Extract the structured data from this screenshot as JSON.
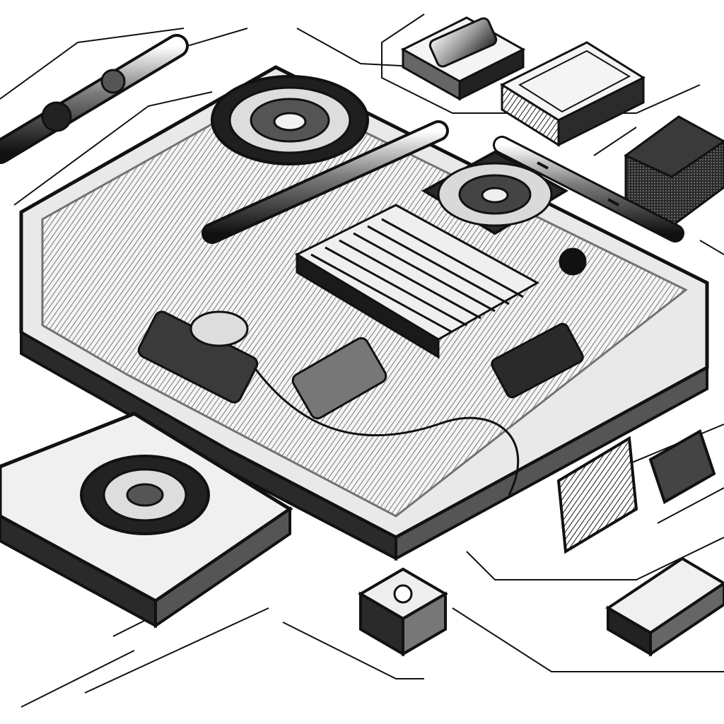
{
  "scene": {
    "description_visible_text": "",
    "palette": {
      "ink": "#0a0a0a",
      "paper": "#ffffff",
      "mid_gray": "#8c8c8c",
      "light_gray": "#d6d6d6",
      "dark_gray": "#3a3a3a"
    },
    "objects": [
      {
        "name": "main-chassis",
        "kind": "device"
      },
      {
        "name": "heatsink-fins",
        "kind": "component"
      },
      {
        "name": "top-fan",
        "kind": "component"
      },
      {
        "name": "right-fan",
        "kind": "component"
      },
      {
        "name": "side-cartridge",
        "kind": "device"
      },
      {
        "name": "small-module-box",
        "kind": "device"
      },
      {
        "name": "battery-pack",
        "kind": "device"
      },
      {
        "name": "ssd-block",
        "kind": "device"
      },
      {
        "name": "speaker-box",
        "kind": "device"
      },
      {
        "name": "connector-box",
        "kind": "device"
      },
      {
        "name": "tube-tool",
        "kind": "tool"
      }
    ]
  }
}
